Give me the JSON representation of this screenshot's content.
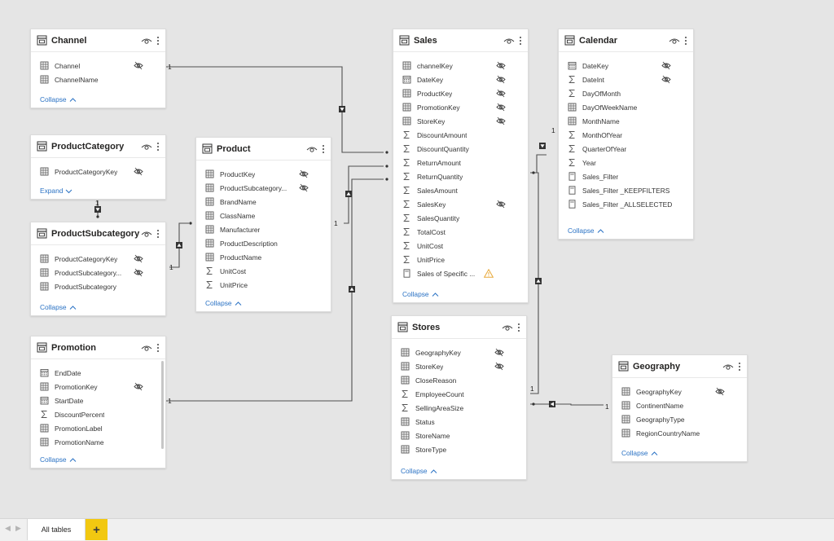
{
  "colors": {
    "background": "#e5e5e5",
    "card": "#ffffff",
    "link": "#2a72c4",
    "line": "#505050",
    "tab_add": "#f2c811",
    "warning": "#e8a93b"
  },
  "tables": {
    "channel": {
      "title": "Channel",
      "fields": [
        {
          "name": "Channel",
          "icon": "column-icon",
          "hidden": true
        },
        {
          "name": "ChannelName",
          "icon": "column-icon",
          "hidden": false
        }
      ],
      "toggle": "Collapse"
    },
    "productcategory": {
      "title": "ProductCategory",
      "fields": [
        {
          "name": "ProductCategoryKey",
          "icon": "column-icon",
          "hidden": true
        }
      ],
      "toggle": "Expand"
    },
    "productsubcategory": {
      "title": "ProductSubcategory",
      "fields": [
        {
          "name": "ProductCategoryKey",
          "icon": "column-icon",
          "hidden": true
        },
        {
          "name": "ProductSubcategory...",
          "icon": "column-icon",
          "hidden": true
        },
        {
          "name": "ProductSubcategory",
          "icon": "column-icon",
          "hidden": false
        }
      ],
      "toggle": "Collapse"
    },
    "promotion": {
      "title": "Promotion",
      "fields": [
        {
          "name": "EndDate",
          "icon": "calendar-icon",
          "hidden": false
        },
        {
          "name": "PromotionKey",
          "icon": "column-icon",
          "hidden": true
        },
        {
          "name": "StartDate",
          "icon": "calendar-icon",
          "hidden": false
        },
        {
          "name": "DiscountPercent",
          "icon": "sigma-icon",
          "hidden": false
        },
        {
          "name": "PromotionLabel",
          "icon": "column-icon",
          "hidden": false
        },
        {
          "name": "PromotionName",
          "icon": "column-icon",
          "hidden": false
        }
      ],
      "toggle": "Collapse"
    },
    "product": {
      "title": "Product",
      "fields": [
        {
          "name": "ProductKey",
          "icon": "column-icon",
          "hidden": true
        },
        {
          "name": "ProductSubcategory...",
          "icon": "column-icon",
          "hidden": true
        },
        {
          "name": "BrandName",
          "icon": "column-icon",
          "hidden": false
        },
        {
          "name": "ClassName",
          "icon": "column-icon",
          "hidden": false
        },
        {
          "name": "Manufacturer",
          "icon": "column-icon",
          "hidden": false
        },
        {
          "name": "ProductDescription",
          "icon": "column-icon",
          "hidden": false
        },
        {
          "name": "ProductName",
          "icon": "column-icon",
          "hidden": false
        },
        {
          "name": "UnitCost",
          "icon": "sigma-icon",
          "hidden": false
        },
        {
          "name": "UnitPrice",
          "icon": "sigma-icon",
          "hidden": false
        }
      ],
      "toggle": "Collapse"
    },
    "sales": {
      "title": "Sales",
      "fields": [
        {
          "name": "channelKey",
          "icon": "column-icon",
          "hidden": true
        },
        {
          "name": "DateKey",
          "icon": "calendar-icon",
          "hidden": true
        },
        {
          "name": "ProductKey",
          "icon": "column-icon",
          "hidden": true
        },
        {
          "name": "PromotionKey",
          "icon": "column-icon",
          "hidden": true
        },
        {
          "name": "StoreKey",
          "icon": "column-icon",
          "hidden": true
        },
        {
          "name": "DiscountAmount",
          "icon": "sigma-icon",
          "hidden": false
        },
        {
          "name": "DiscountQuantity",
          "icon": "sigma-icon",
          "hidden": false
        },
        {
          "name": "ReturnAmount",
          "icon": "sigma-icon",
          "hidden": false
        },
        {
          "name": "ReturnQuantity",
          "icon": "sigma-icon",
          "hidden": false
        },
        {
          "name": "SalesAmount",
          "icon": "sigma-icon",
          "hidden": false
        },
        {
          "name": "SalesKey",
          "icon": "sigma-icon",
          "hidden": true
        },
        {
          "name": "SalesQuantity",
          "icon": "sigma-icon",
          "hidden": false
        },
        {
          "name": "TotalCost",
          "icon": "sigma-icon",
          "hidden": false
        },
        {
          "name": "UnitCost",
          "icon": "sigma-icon",
          "hidden": false
        },
        {
          "name": "UnitPrice",
          "icon": "sigma-icon",
          "hidden": false
        },
        {
          "name": "Sales of Specific ...",
          "icon": "measure-icon",
          "hidden": false,
          "warning": true
        }
      ],
      "toggle": "Collapse"
    },
    "calendar": {
      "title": "Calendar",
      "fields": [
        {
          "name": "DateKey",
          "icon": "calendar-icon",
          "hidden": true
        },
        {
          "name": "DateInt",
          "icon": "sigma-icon",
          "hidden": true
        },
        {
          "name": "DayOfMonth",
          "icon": "sigma-icon",
          "hidden": false
        },
        {
          "name": "DayOfWeekName",
          "icon": "column-icon",
          "hidden": false
        },
        {
          "name": "MonthName",
          "icon": "column-icon",
          "hidden": false
        },
        {
          "name": "MonthOfYear",
          "icon": "sigma-icon",
          "hidden": false
        },
        {
          "name": "QuarterOfYear",
          "icon": "sigma-icon",
          "hidden": false
        },
        {
          "name": "Year",
          "icon": "sigma-icon",
          "hidden": false
        },
        {
          "name": "Sales_Filter",
          "icon": "measure-icon",
          "hidden": false
        },
        {
          "name": "Sales_Filter _KEEPFILTERS",
          "icon": "measure-icon",
          "hidden": false
        },
        {
          "name": "Sales_Filter _ALLSELECTED",
          "icon": "measure-icon",
          "hidden": false
        }
      ],
      "toggle": "Collapse"
    },
    "stores": {
      "title": "Stores",
      "fields": [
        {
          "name": "GeographyKey",
          "icon": "column-icon",
          "hidden": true
        },
        {
          "name": "StoreKey",
          "icon": "column-icon",
          "hidden": true
        },
        {
          "name": "CloseReason",
          "icon": "column-icon",
          "hidden": false
        },
        {
          "name": "EmployeeCount",
          "icon": "sigma-icon",
          "hidden": false
        },
        {
          "name": "SellingAreaSize",
          "icon": "sigma-icon",
          "hidden": false
        },
        {
          "name": "Status",
          "icon": "column-icon",
          "hidden": false
        },
        {
          "name": "StoreName",
          "icon": "column-icon",
          "hidden": false
        },
        {
          "name": "StoreType",
          "icon": "column-icon",
          "hidden": false
        }
      ],
      "toggle": "Collapse"
    },
    "geography": {
      "title": "Geography",
      "fields": [
        {
          "name": "GeographyKey",
          "icon": "column-icon",
          "hidden": true
        },
        {
          "name": "ContinentName",
          "icon": "column-icon",
          "hidden": false
        },
        {
          "name": "GeographyType",
          "icon": "column-icon",
          "hidden": false
        },
        {
          "name": "RegionCountryName",
          "icon": "column-icon",
          "hidden": false
        }
      ],
      "toggle": "Collapse"
    }
  },
  "relationships": [
    {
      "from": "channel",
      "to": "sales",
      "label": "1"
    },
    {
      "from": "product",
      "to": "sales",
      "label": "1"
    },
    {
      "from": "promotion",
      "to": "sales",
      "label": "1"
    },
    {
      "from": "calendar",
      "to": "sales",
      "label": "1"
    },
    {
      "from": "productsubcategory",
      "to": "product",
      "label": "1"
    },
    {
      "from": "productcategory",
      "to": "productsubcategory",
      "label": "1"
    },
    {
      "from": "stores",
      "to": "sales",
      "label": "1"
    },
    {
      "from": "geography",
      "to": "stores",
      "label": "1"
    }
  ],
  "tabbar": {
    "tab_label": "All tables",
    "add_label": "+",
    "prev_label": "◀",
    "next_label": "▶"
  }
}
